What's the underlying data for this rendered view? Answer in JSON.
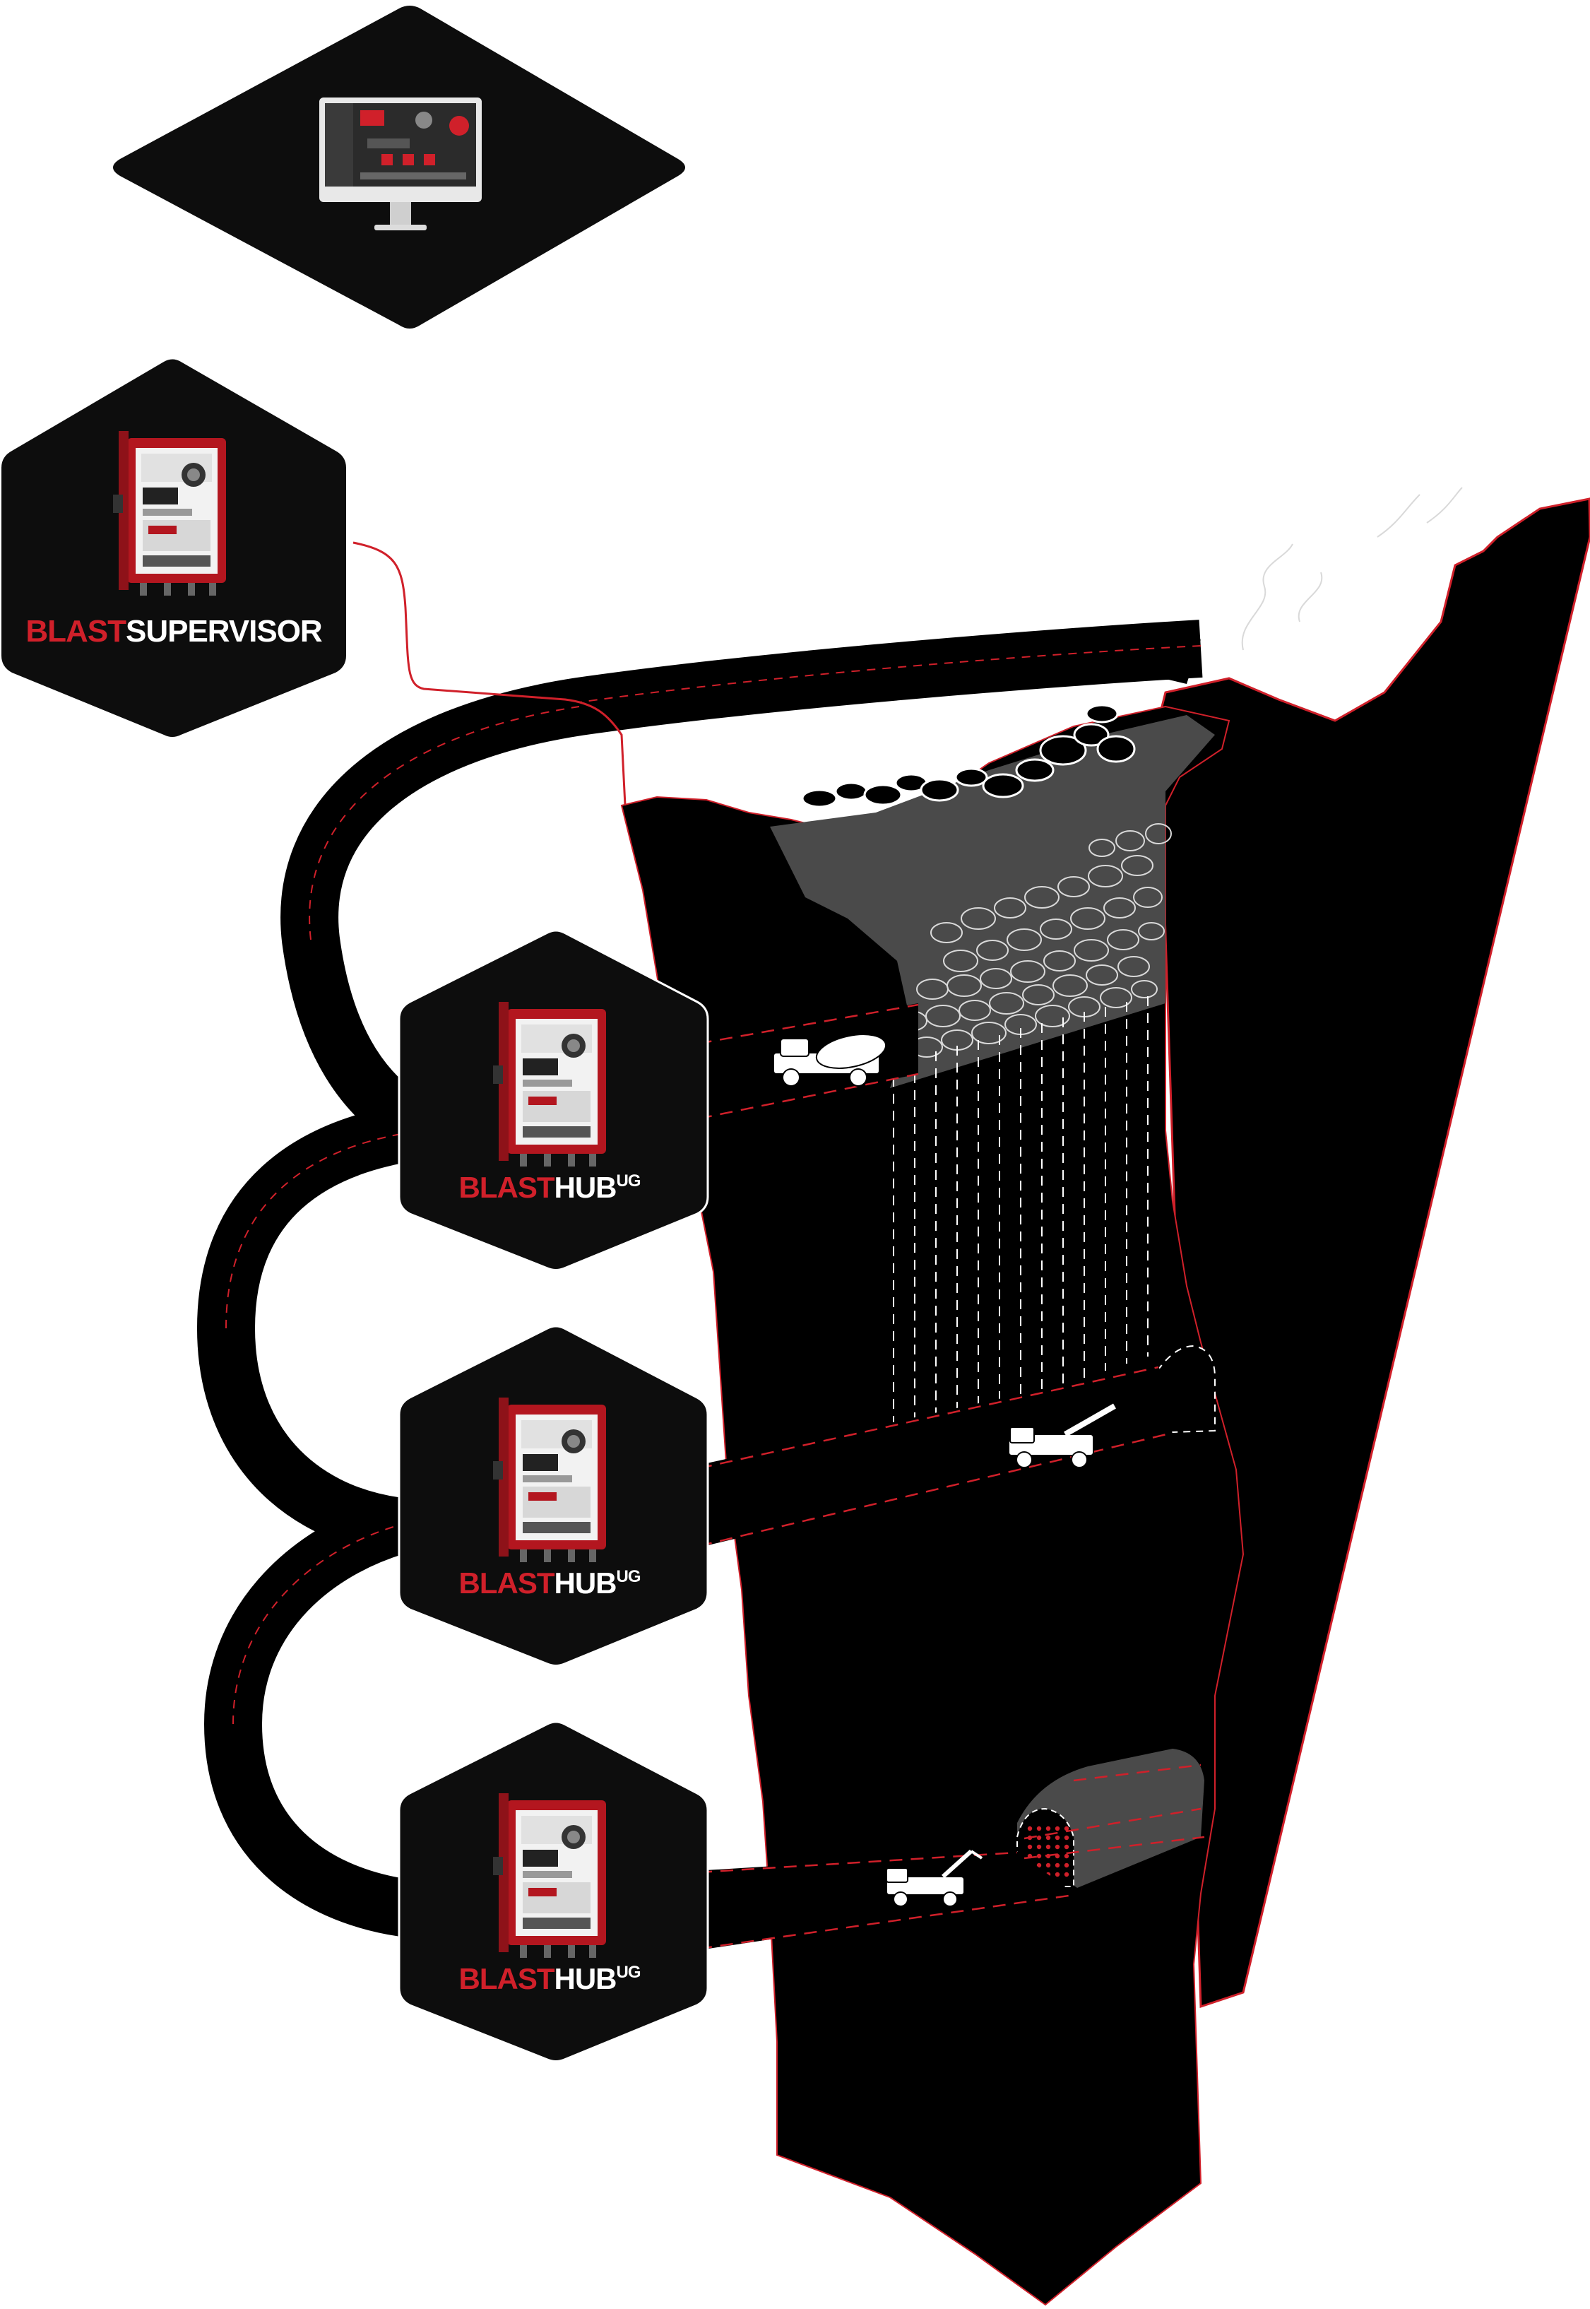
{
  "colors": {
    "black": "#000000",
    "node_fill": "#0d0d0d",
    "accent_red": "#d0202a",
    "rock_grey": "#4a4a4a",
    "light_grey": "#d9d9d9",
    "white": "#ffffff"
  },
  "nodes": {
    "computer": {
      "icon": "monitor-icon"
    },
    "supervisor": {
      "label_red": "BLAST",
      "label_white": "SUPERVISOR",
      "icon": "control-box-icon"
    },
    "hub_1": {
      "label_red": "BLAST",
      "label_white": "HUB",
      "label_sup": "UG",
      "icon": "control-box-icon"
    },
    "hub_2": {
      "label_red": "BLAST",
      "label_white": "HUB",
      "label_sup": "UG",
      "icon": "control-box-icon"
    },
    "hub_3": {
      "label_red": "BLAST",
      "label_white": "HUB",
      "label_sup": "UG",
      "icon": "control-box-icon"
    }
  },
  "vehicles": [
    "mixer-truck-icon",
    "drill-rig-icon",
    "charging-rig-icon"
  ]
}
